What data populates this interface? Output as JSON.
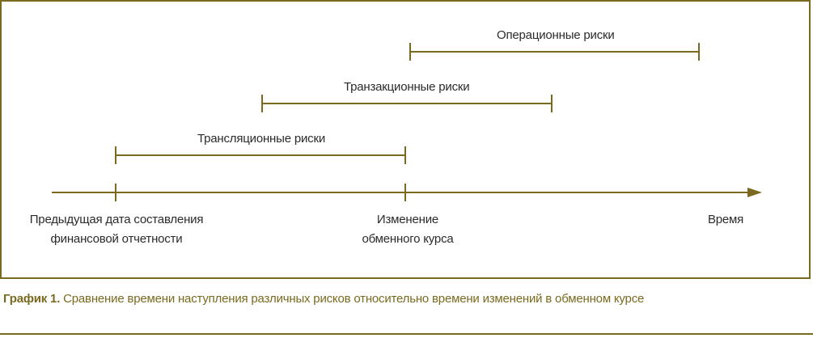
{
  "diagram": {
    "ranges": [
      {
        "id": "operational",
        "label": "Операционные риски"
      },
      {
        "id": "transaction",
        "label": "Транзакционные риски"
      },
      {
        "id": "translation",
        "label": "Трансляционные риски"
      }
    ],
    "axis_points": [
      {
        "id": "prev-report-date",
        "label": "Предыдущая дата составления финансовой отчетности"
      },
      {
        "id": "rate-change",
        "label": "Изменение обменного курса"
      },
      {
        "id": "time",
        "label": "Время"
      }
    ],
    "colors": {
      "line": "#7a6a1f",
      "text": "#2b2b2b",
      "accent": "#7a6a1f"
    }
  },
  "caption": {
    "label": "График 1.",
    "text": "Сравнение времени наступления различных рисков относительно времени изменений в обменном курсе"
  }
}
